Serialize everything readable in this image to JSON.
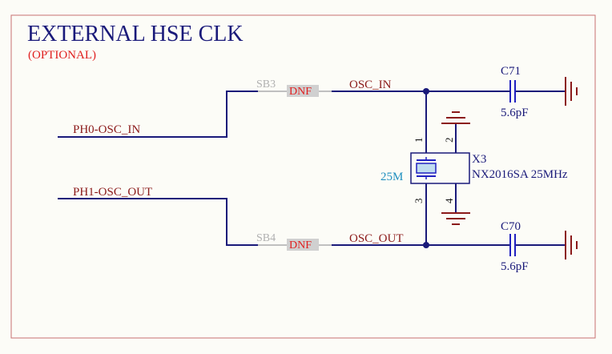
{
  "title": "EXTERNAL HSE CLK",
  "subtitle": "(OPTIONAL)",
  "nets": {
    "ph0": "PH0-OSC_IN",
    "ph1": "PH1-OSC_OUT",
    "osc_in": "OSC_IN",
    "osc_out": "OSC_OUT"
  },
  "jumpers": {
    "sb3": {
      "ref": "SB3",
      "value": "DNF"
    },
    "sb4": {
      "ref": "SB4",
      "value": "DNF"
    }
  },
  "capacitors": {
    "c71": {
      "ref": "C71",
      "value": "5.6pF"
    },
    "c70": {
      "ref": "C70",
      "value": "5.6pF"
    }
  },
  "crystal": {
    "ref": "X3",
    "value": "NX2016SA 25MHz",
    "freq": "25M",
    "pins": [
      "1",
      "2",
      "3",
      "4"
    ]
  },
  "colors": {
    "border": "#c87070",
    "wire": "#1a1a7a",
    "title": "#1a1a7a",
    "subtitle": "#e02020",
    "ground": "#8b1a1a",
    "component": "#2020c0",
    "crystal_fill": "#c0dcf0",
    "jumper_fill": "#d0d0d0",
    "jumper_ref": "#b0b0b0",
    "dnf": "#e02020",
    "freq": "#2090c0"
  }
}
